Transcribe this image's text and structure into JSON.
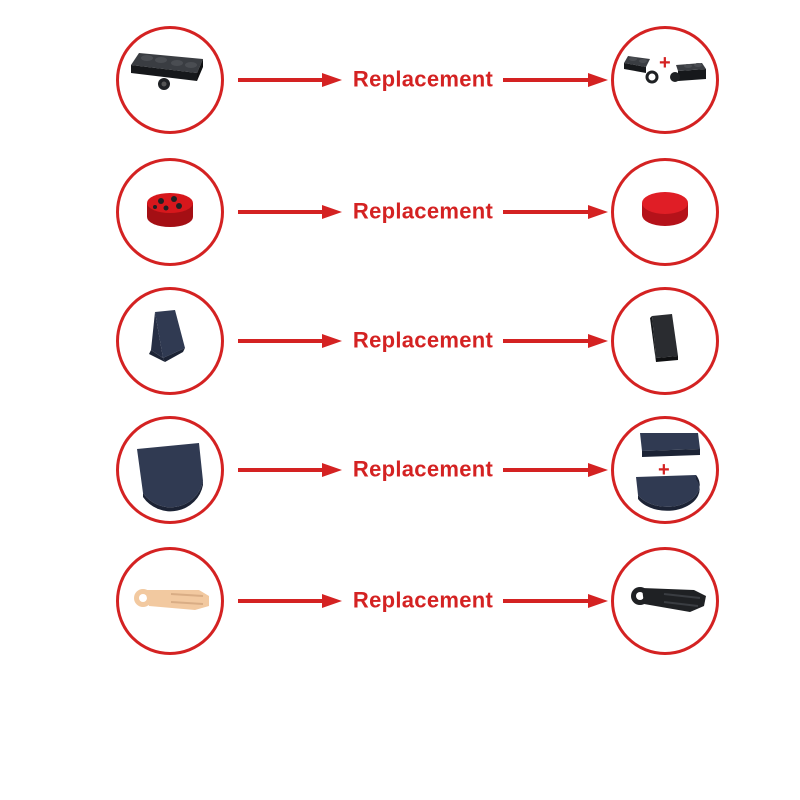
{
  "colors": {
    "accent": "#d42222",
    "part_black": "#1f2124",
    "part_red": "#d7171c",
    "part_navy": "#303a52",
    "part_tan": "#f2c9a0"
  },
  "rows": [
    {
      "label": "Replacement",
      "original_icon": "black-hinge-plate-icon",
      "replacement_icon": "hinge-plate-pair-icon",
      "combiner": "+"
    },
    {
      "label": "Replacement",
      "original_icon": "printed-red-round-tile-icon",
      "replacement_icon": "plain-red-round-tile-icon",
      "combiner": ""
    },
    {
      "label": "Replacement",
      "original_icon": "navy-curved-slope-icon",
      "replacement_icon": "black-tile-icon",
      "combiner": ""
    },
    {
      "label": "Replacement",
      "original_icon": "navy-half-round-tile-icon",
      "replacement_icon": "tile-plus-half-round-icon",
      "combiner": "+"
    },
    {
      "label": "Replacement",
      "original_icon": "tan-flipper-icon",
      "replacement_icon": "black-flipper-icon",
      "combiner": ""
    }
  ]
}
